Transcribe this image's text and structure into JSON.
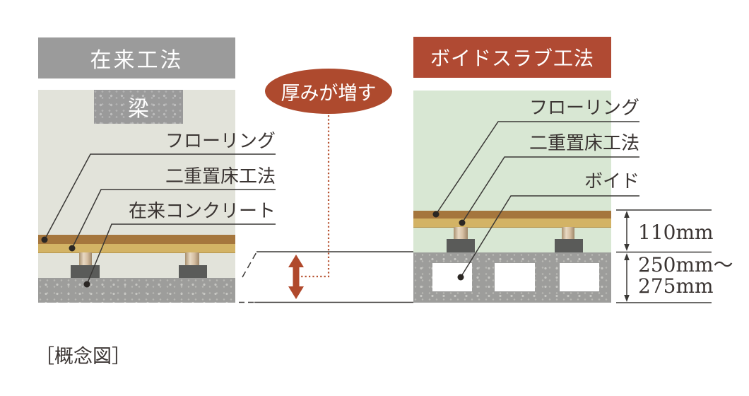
{
  "caption": "［概念図］",
  "callout": {
    "label": "厚みが増す"
  },
  "left": {
    "title": "在来工法",
    "beam_label": "梁",
    "labels": [
      "フローリング",
      "二重置床工法",
      "在来コンクリート"
    ]
  },
  "right": {
    "title": "ボイドスラブ工法",
    "labels": [
      "フローリング",
      "二重置床工法",
      "ボイド"
    ],
    "dim_upper": "110mm",
    "dim_lower_line1": "250mm〜",
    "dim_lower_line2": "275mm"
  },
  "colors": {
    "accent_red": "#b04a31",
    "header_gray": "#9b9b9b",
    "left_panel_bg": "#e2e3da",
    "right_panel_bg": "#d8e7d3",
    "wood_dark": "#a5763d",
    "wood_light": "#d3b365",
    "post_tan": "#cdb394",
    "pedestal_gray": "#5a5b59",
    "slab_gray": "#9d9d9b",
    "line_black": "#3a3836"
  }
}
